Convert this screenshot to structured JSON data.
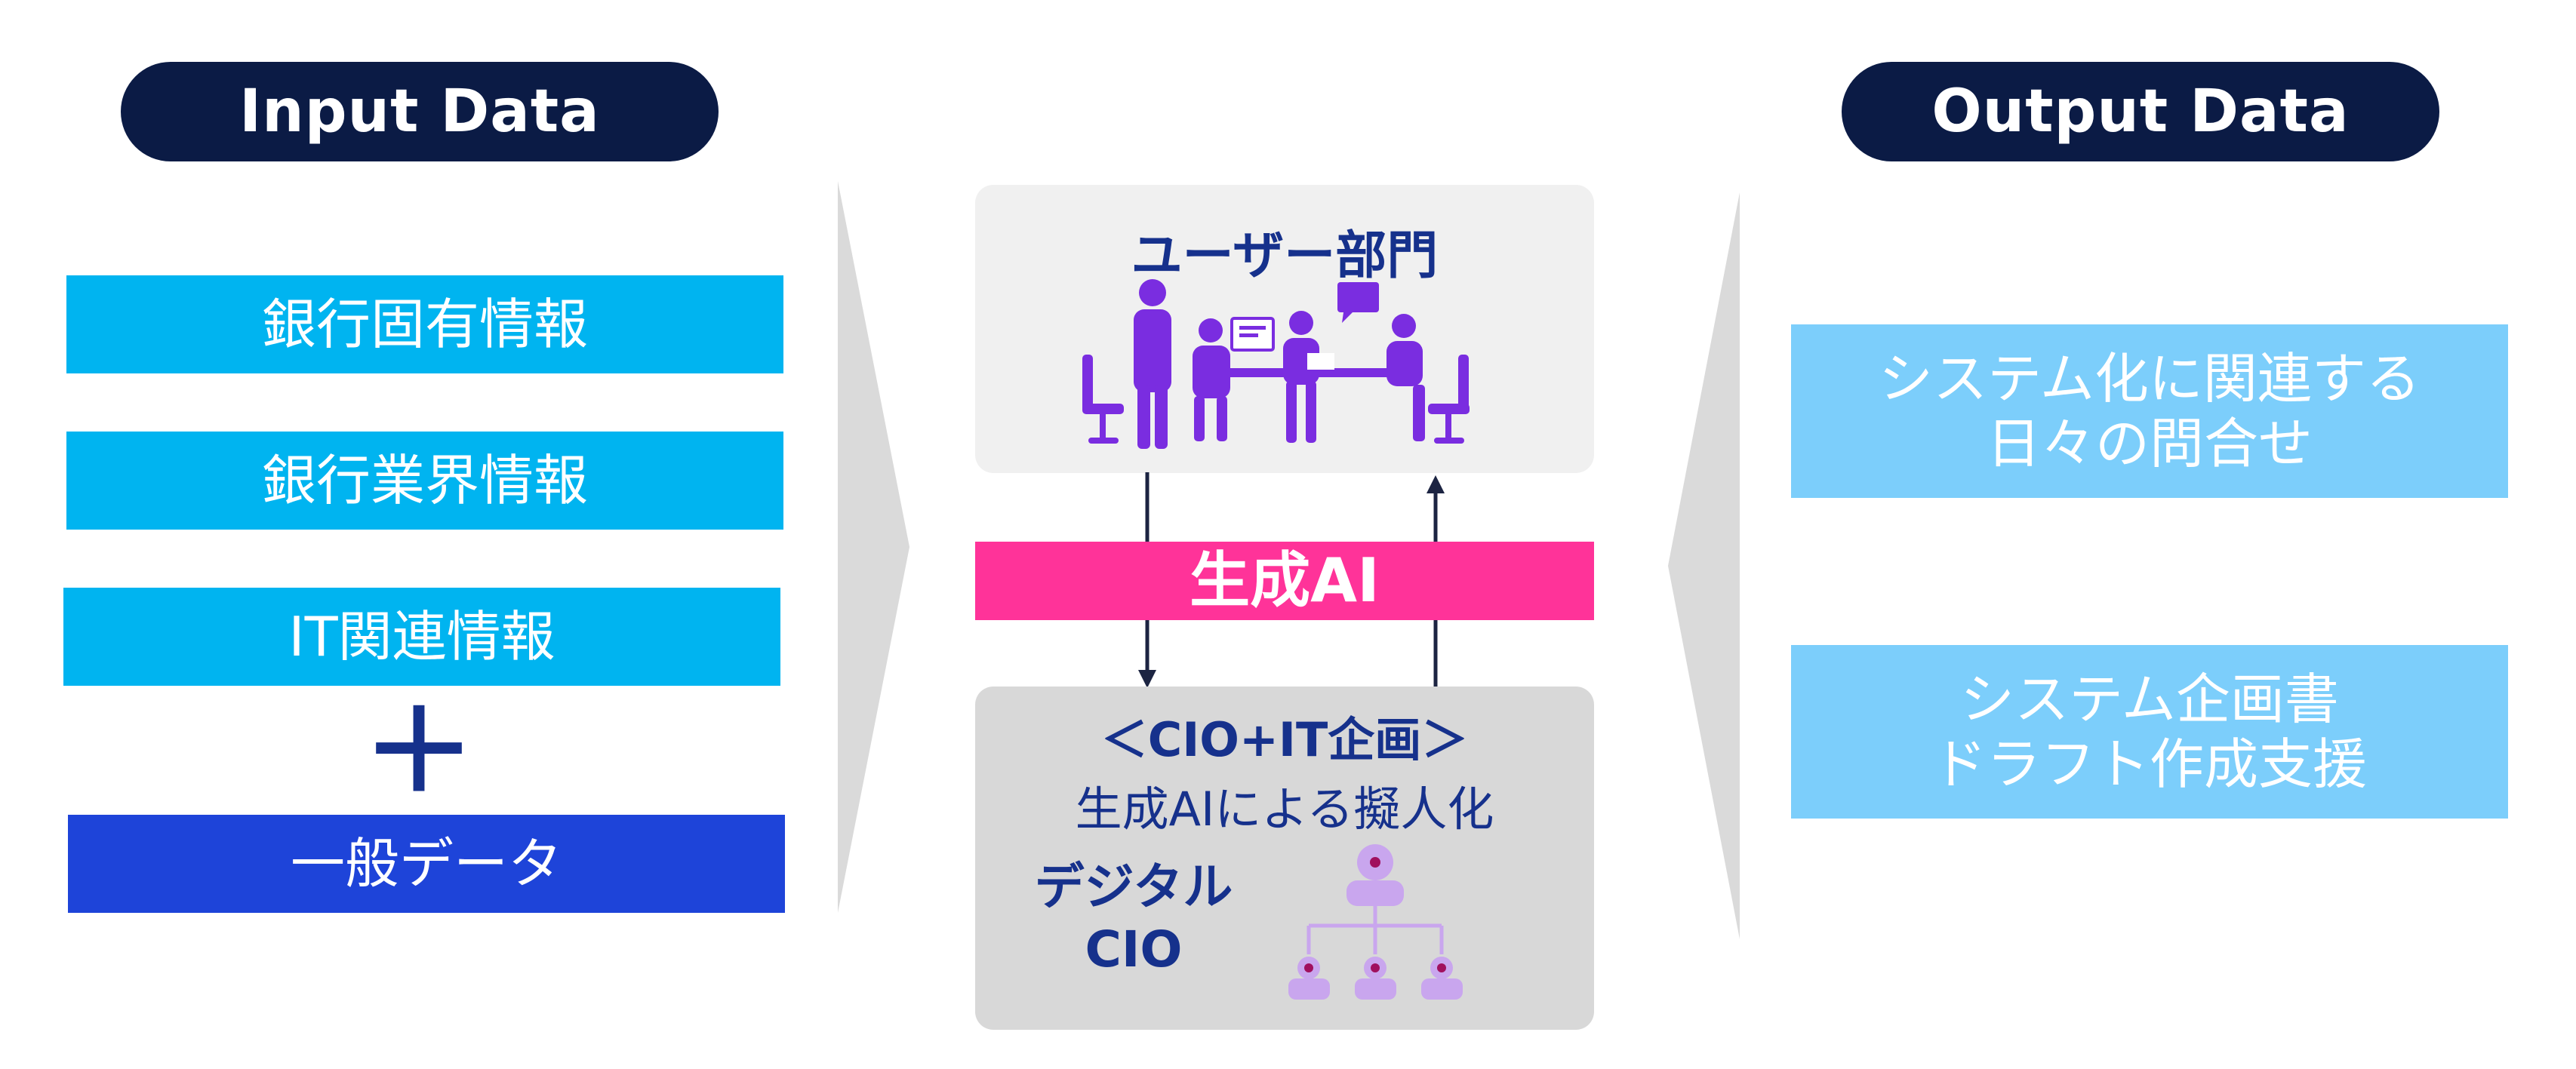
{
  "input": {
    "header": "Input Data",
    "items": [
      "銀行固有情報",
      "銀行業界情報",
      "IT関連情報"
    ],
    "plus": "＋",
    "general": "一般データ"
  },
  "center": {
    "user_title": "ユーザー部門",
    "ai_label": "生成AI",
    "cio_title": "＜CIO+IT企画＞",
    "cio_subtitle": "生成AIによる擬人化",
    "digital_line1": "デジタル",
    "digital_line2": "CIO"
  },
  "output": {
    "header": "Output Data",
    "item1_line1": "システム化に関連する",
    "item1_line2": "日々の問合せ",
    "item2_line1": "システム企画書",
    "item2_line2": "ドラフト作成支援"
  },
  "colors": {
    "navy": "#0b1b45",
    "input_box": "#00b4f0",
    "general_box": "#1e44d9",
    "output_box": "#7ccefb",
    "ai_bar": "#ff3399",
    "people": "#7a2de0"
  }
}
